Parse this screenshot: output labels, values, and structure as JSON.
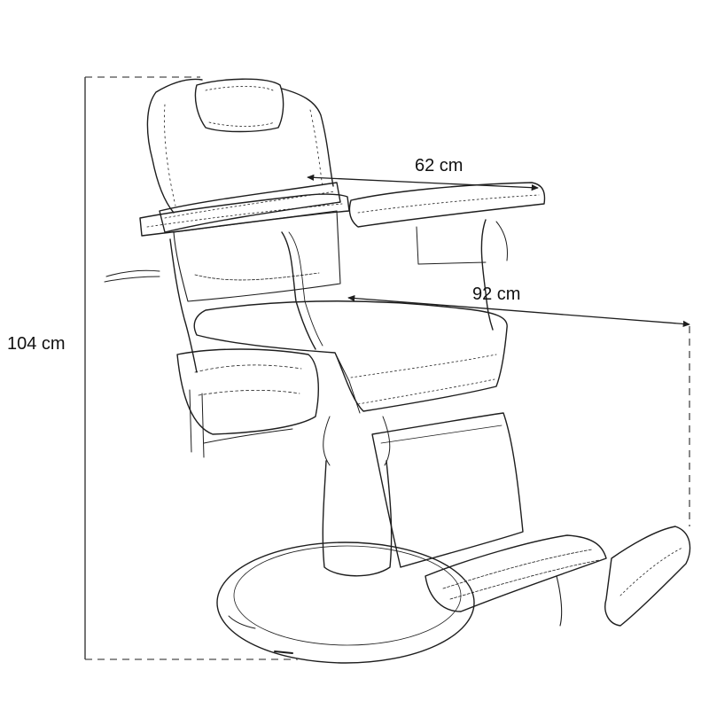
{
  "dimensions": {
    "height": "104 cm",
    "width": "62 cm",
    "depth": "92 cm"
  },
  "colors": {
    "dimension_line": "#3a3a3a",
    "dashed_guide": "#6a6a6a",
    "sketch": "#1e1e1e"
  }
}
